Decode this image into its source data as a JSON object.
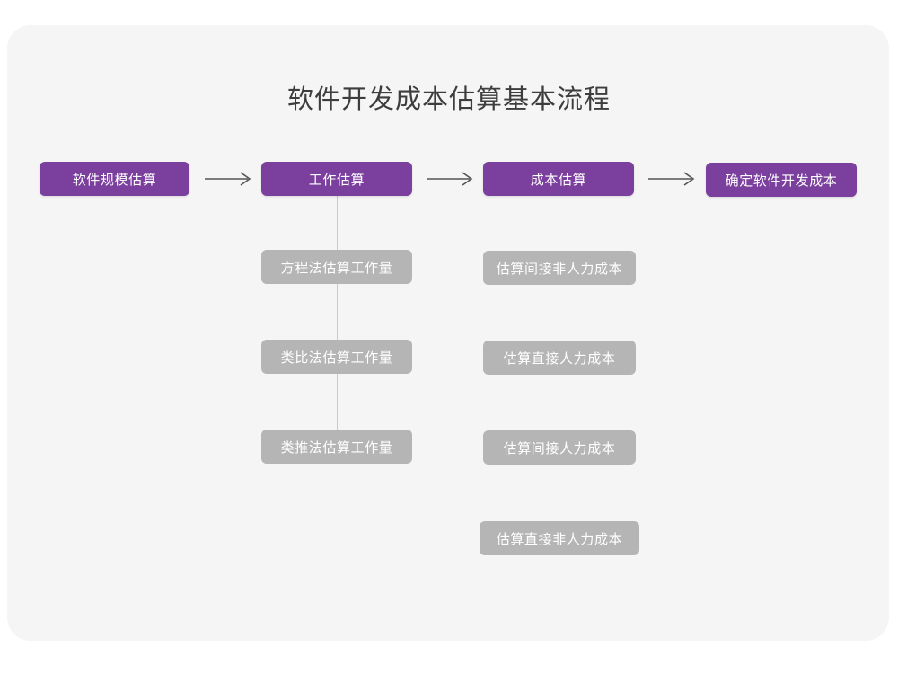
{
  "page": {
    "title": "软件开发成本估算基本流程",
    "background_color": "#ffffff",
    "card_color": "#f5f5f6"
  },
  "theme": {
    "primary_color": "#7b3f9d",
    "secondary_color": "#b5b5b5",
    "connector_color": "#c9c9c9",
    "arrow_color": "#555555",
    "title_color": "#3d3d3d",
    "node_text_color": "#ffffff"
  },
  "chart_data": {
    "type": "diagram",
    "title": "软件开发成本估算基本流程",
    "layout": "horizontal-flow-with-vertical-substeps",
    "main_flow": [
      {
        "id": "step1",
        "label": "软件规模估算"
      },
      {
        "id": "step2",
        "label": "工作估算"
      },
      {
        "id": "step3",
        "label": "成本估算"
      },
      {
        "id": "step4",
        "label": "确定软件开发成本"
      }
    ],
    "sub_steps": {
      "step2": [
        "方程法估算工作量",
        "类比法估算工作量",
        "类推法估算工作量"
      ],
      "step3": [
        "估算间接非人力成本",
        "估算直接人力成本",
        "估算间接人力成本",
        "估算直接非人力成本"
      ]
    },
    "arrows": [
      {
        "from": "step1",
        "to": "step2",
        "glyph": "arrow-right"
      },
      {
        "from": "step2",
        "to": "step3",
        "glyph": "arrow-right"
      },
      {
        "from": "step3",
        "to": "step4",
        "glyph": "arrow-right"
      }
    ]
  },
  "nodes": {
    "main": [
      {
        "label": "软件规模估算"
      },
      {
        "label": "工作估算"
      },
      {
        "label": "成本估算"
      },
      {
        "label": "确定软件开发成本"
      }
    ],
    "column2": [
      {
        "label": "方程法估算工作量"
      },
      {
        "label": "类比法估算工作量"
      },
      {
        "label": "类推法估算工作量"
      }
    ],
    "column3": [
      {
        "label": "估算间接非人力成本"
      },
      {
        "label": "估算直接人力成本"
      },
      {
        "label": "估算间接人力成本"
      },
      {
        "label": "估算直接非人力成本"
      }
    ]
  }
}
